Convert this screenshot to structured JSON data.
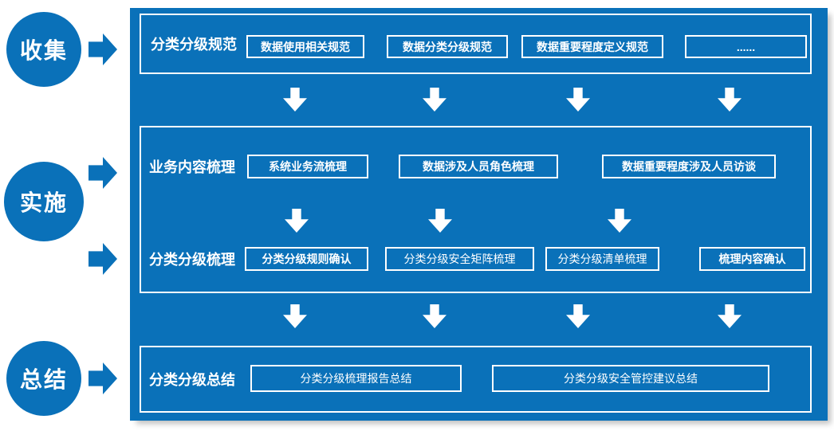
{
  "colors": {
    "primary": "#0a71b9",
    "text_on_blue": "#ffffff",
    "page_bg": "#ffffff"
  },
  "stages": [
    {
      "label": "收集"
    },
    {
      "label": "实施"
    },
    {
      "label": "总结"
    }
  ],
  "icons": {
    "right_arrow": "right-arrow",
    "down_arrow": "down-arrow"
  },
  "panel": {
    "rows": [
      {
        "label": "分类分级规范",
        "boxes": [
          {
            "label": "数据使用相关规范"
          },
          {
            "label": "数据分类分级规范"
          },
          {
            "label": "数据重要程度定义规范"
          },
          {
            "label": "......"
          }
        ]
      },
      {
        "label": "业务内容梳理",
        "boxes": [
          {
            "label": "系统业务流梳理"
          },
          {
            "label": "数据涉及人员角色梳理"
          },
          {
            "label": "数据重要程度涉及人员访谈"
          }
        ]
      },
      {
        "label": "分类分级梳理",
        "boxes": [
          {
            "label": "分类分级规则确认"
          },
          {
            "label": "分类分级安全矩阵梳理"
          },
          {
            "label": "分类分级清单梳理"
          },
          {
            "label": "梳理内容确认"
          }
        ]
      },
      {
        "label": "分类分级总结",
        "boxes": [
          {
            "label": "分类分级梳理报告总结"
          },
          {
            "label": "分类分级安全管控建议总结"
          }
        ]
      }
    ]
  }
}
